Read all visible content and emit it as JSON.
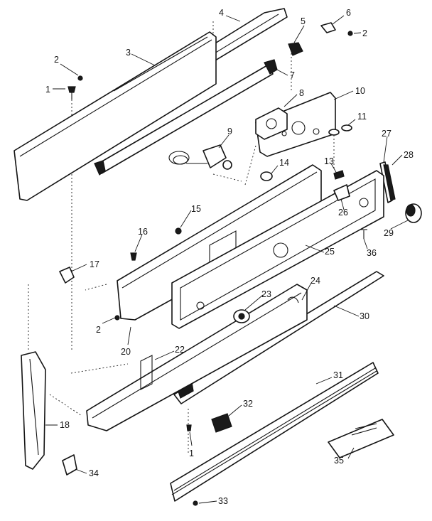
{
  "diagram": {
    "callouts": [
      {
        "id": "c1",
        "label": "1"
      },
      {
        "id": "c2",
        "label": "2"
      },
      {
        "id": "c3",
        "label": "3"
      },
      {
        "id": "c4",
        "label": "4"
      },
      {
        "id": "c5",
        "label": "5"
      },
      {
        "id": "c6",
        "label": "6"
      },
      {
        "id": "c2b",
        "label": "2"
      },
      {
        "id": "c7",
        "label": "7"
      },
      {
        "id": "c8",
        "label": "8"
      },
      {
        "id": "c10",
        "label": "10"
      },
      {
        "id": "c11",
        "label": "11"
      },
      {
        "id": "c9",
        "label": "9"
      },
      {
        "id": "c27",
        "label": "27"
      },
      {
        "id": "c28",
        "label": "28"
      },
      {
        "id": "c13",
        "label": "13"
      },
      {
        "id": "c14",
        "label": "14"
      },
      {
        "id": "c26",
        "label": "26"
      },
      {
        "id": "c15",
        "label": "15"
      },
      {
        "id": "c29",
        "label": "29"
      },
      {
        "id": "c16",
        "label": "16"
      },
      {
        "id": "c36",
        "label": "36"
      },
      {
        "id": "c25",
        "label": "25"
      },
      {
        "id": "c17",
        "label": "17"
      },
      {
        "id": "c24",
        "label": "24"
      },
      {
        "id": "c23",
        "label": "23"
      },
      {
        "id": "c30",
        "label": "30"
      },
      {
        "id": "c2c",
        "label": "2"
      },
      {
        "id": "c20",
        "label": "20"
      },
      {
        "id": "c22",
        "label": "22"
      },
      {
        "id": "c31",
        "label": "31"
      },
      {
        "id": "c32",
        "label": "32"
      },
      {
        "id": "c18",
        "label": "18"
      },
      {
        "id": "c1b",
        "label": "1"
      },
      {
        "id": "c34",
        "label": "34"
      },
      {
        "id": "c35",
        "label": "35"
      },
      {
        "id": "c33",
        "label": "33"
      }
    ]
  }
}
